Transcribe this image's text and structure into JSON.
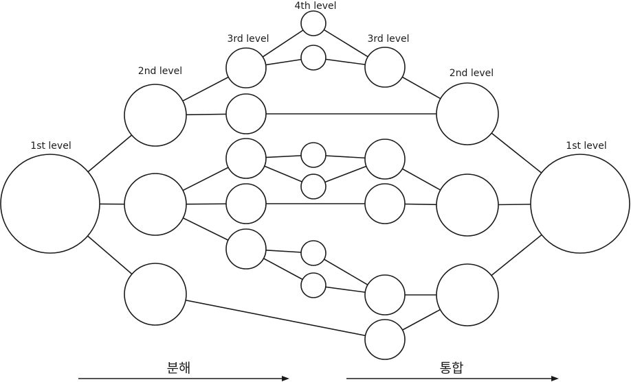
{
  "levels": {
    "left_1st": "1st level",
    "left_2nd": "2nd level",
    "left_3rd": "3rd level",
    "top_4th": "4th level",
    "right_3rd": "3rd level",
    "right_2nd": "2nd level",
    "right_1st": "1st level"
  },
  "arrows": {
    "decompose": "분해",
    "integrate": "통합"
  }
}
